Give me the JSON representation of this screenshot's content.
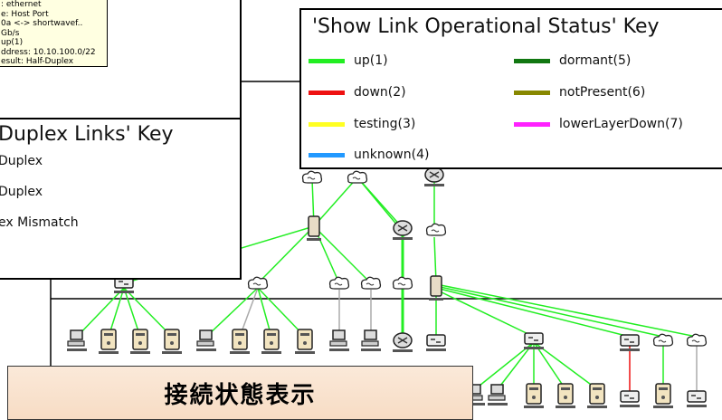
{
  "tooltip": {
    "lines": [
      ": ethernet",
      "e: Host Port",
      "0a <-> shortwavef..",
      " Gb/s",
      "up(1)",
      "ddress: 10.10.100.0/22",
      "esult: Half-Duplex"
    ]
  },
  "status_key": {
    "title": "'Show Link Operational Status' Key",
    "items": [
      {
        "label": "up(1)",
        "color": "#22ee22"
      },
      {
        "label": "down(2)",
        "color": "#ee1111"
      },
      {
        "label": "testing(3)",
        "color": "#ffff22"
      },
      {
        "label": "unknown(4)",
        "color": "#2299ff"
      },
      {
        "label": "dormant(5)",
        "color": "#117711"
      },
      {
        "label": "notPresent(6)",
        "color": "#888800"
      },
      {
        "label": "lowerLayerDown(7)",
        "color": "#ff22ff"
      }
    ]
  },
  "duplex_key": {
    "title": "Duplex Links' Key",
    "items": [
      "Duplex",
      "Duplex",
      "ex Mismatch"
    ]
  },
  "banner": {
    "text": "接続状態表示"
  },
  "colors": {
    "up": "#22ee22",
    "down": "#ee1111",
    "cyan": "#22dddd",
    "gray": "#aaaaaa",
    "banner_bg": "#f8e0cc"
  },
  "icons": [
    "server-icon",
    "workstation-icon",
    "switch-icon",
    "router-icon",
    "cloud-icon",
    "firewall-icon"
  ]
}
